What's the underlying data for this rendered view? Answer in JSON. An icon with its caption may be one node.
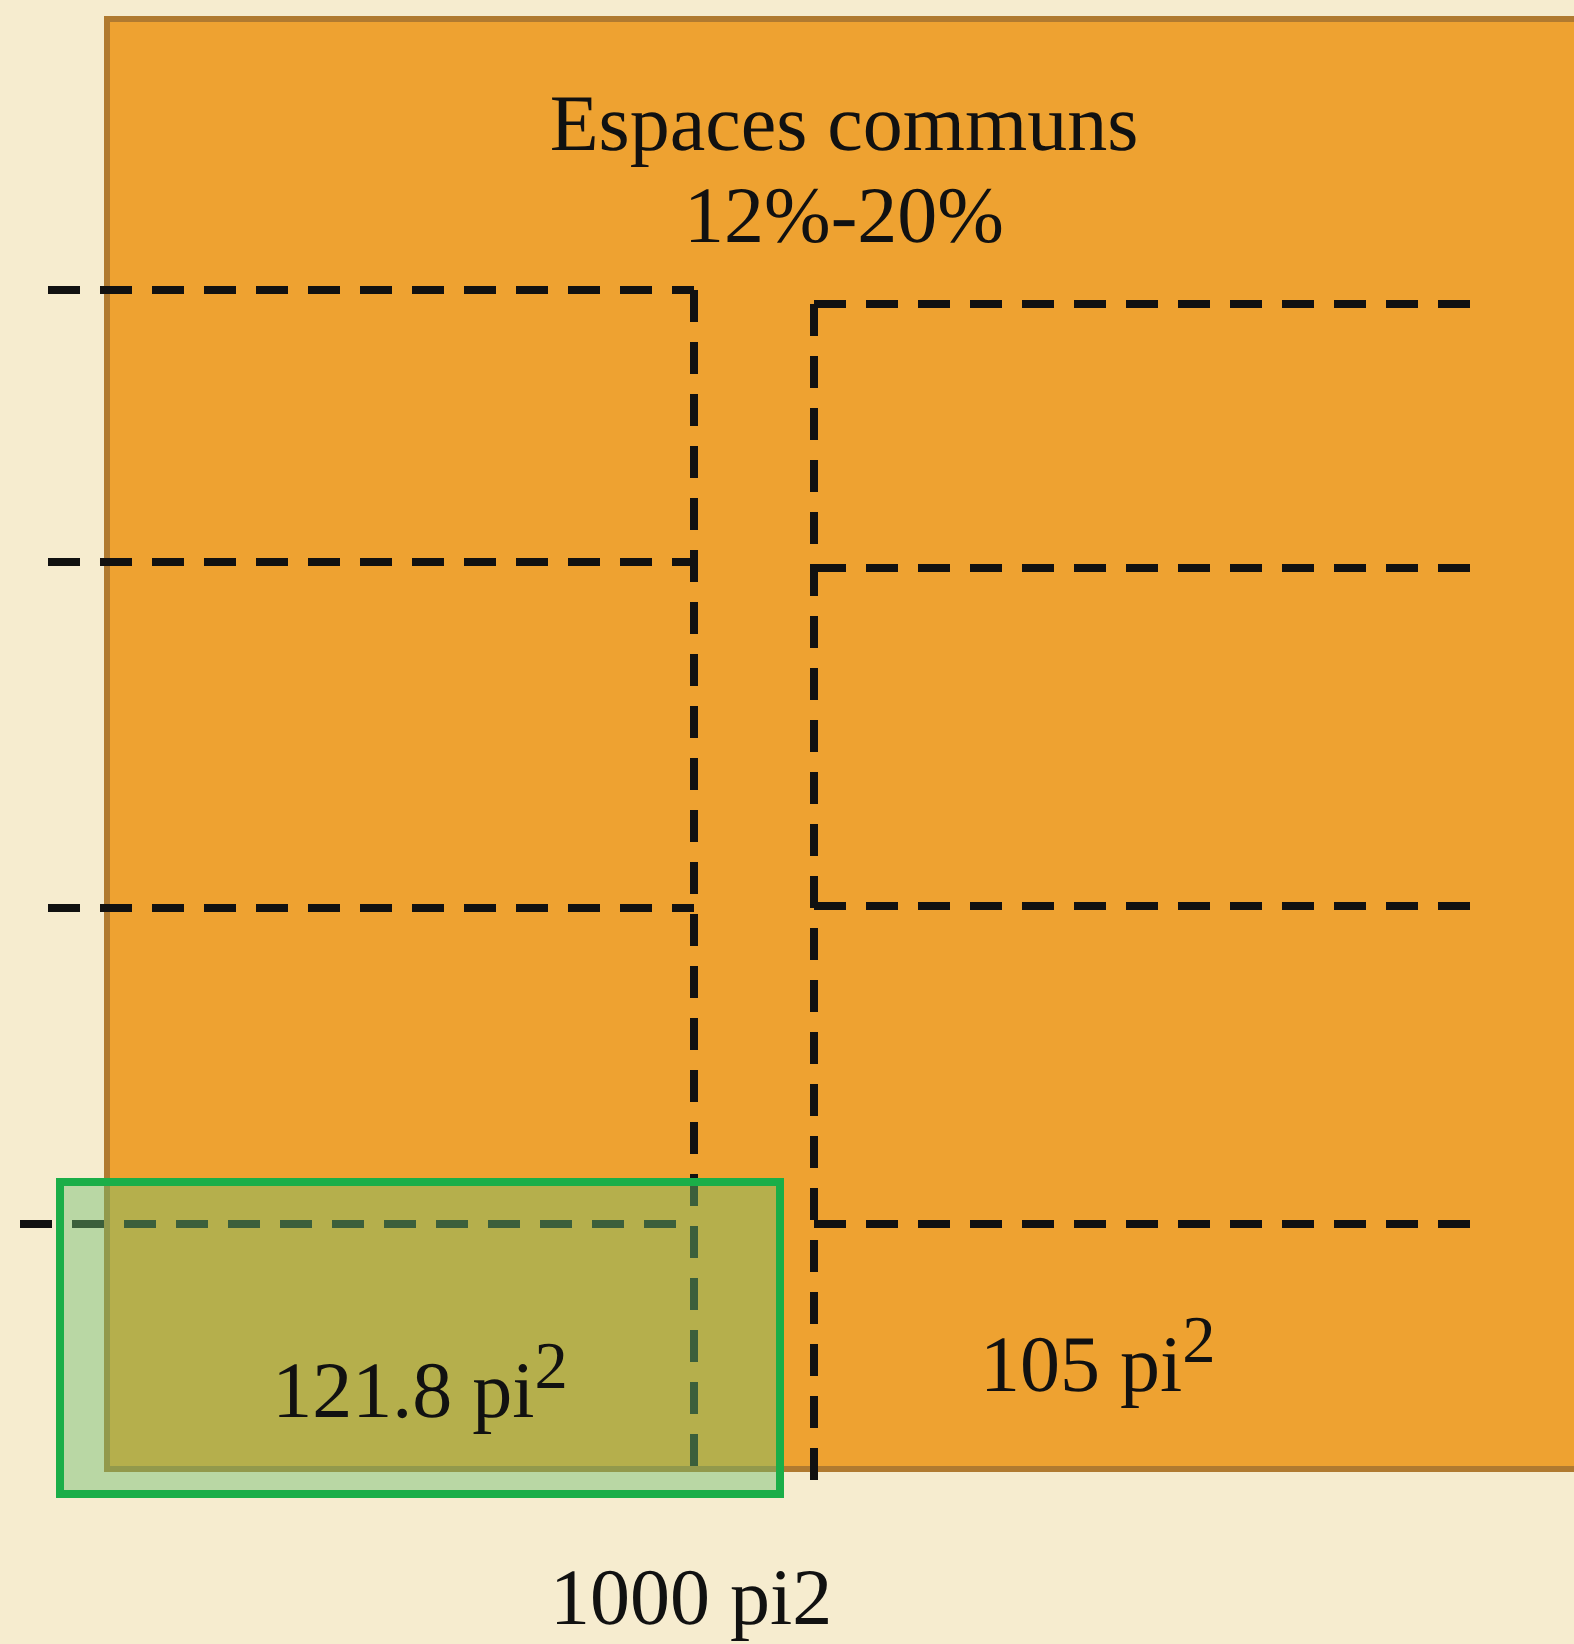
{
  "diagram": {
    "nodes": [
      {
        "text": [
          "Espaces communs",
          "12%-20%"
        ]
      },
      {
        "text": [
          "121.8 pi$^{2}$"
        ]
      }
    ],
    "labels": [
      "105 pi$^{2}$",
      "1000 pi2"
    ]
  }
}
